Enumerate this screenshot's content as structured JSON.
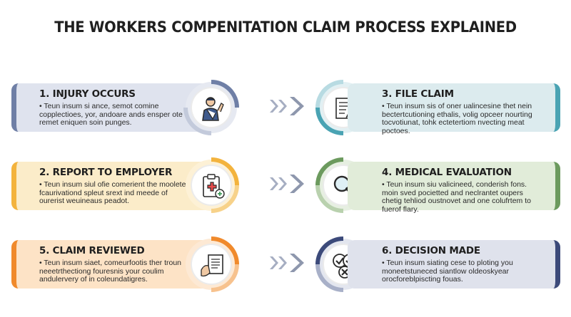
{
  "title": "THE WORKERS COMPENITATION CLAIM PROCESS EXPLAINED",
  "colors": {
    "step1": "#6f7fa6",
    "step2": "#f3b33d",
    "step3": "#4aa3b3",
    "step4": "#6c9a5e",
    "step5": "#f08a2c",
    "step6": "#3c4a7a",
    "arrow": "#9aa3b7"
  },
  "steps": [
    {
      "heading": "1. INJURY OCCURS",
      "body": "Teun insum si ance, semot comine copplectioes, yor, andoare ands ensper ote remet eniquen soin punges.",
      "icon": "injured-worker-icon"
    },
    {
      "heading": "2. REPORT TO EMPLOYER",
      "body": "Teun insum siul ofie comerient the moolete fcaurivationd spleut srext ind meede of ourerist weuineaus peadot.",
      "icon": "clipboard-medical-icon"
    },
    {
      "heading": "3. FILE CLAIM",
      "body": "Teun insum sis of oner ualincesine thet nein bectertcutioning ethalis, volig opceer nourting tocvotiunat, tohk ectetertiom nvecting meat poctoes.",
      "icon": "document-pen-icon"
    },
    {
      "heading": "4. MEDICAL EVALUATION",
      "body": "Teun insum siu valicineed, conderish fons. moin sved pocietted and neclrantet oupers chetig tehliod oustnovet and one colufrtem to fuerof flary.",
      "icon": "magnifier-icon"
    },
    {
      "heading": "5. CLAIM REVIEWED",
      "body": "Teun insum siaet, comeurfootis ther troun neeetrthectiong fouresnis your coulim andulervery of in coleundatigres.",
      "icon": "hand-document-icon"
    },
    {
      "heading": "6. DECISION MADE",
      "body": "Teun insum siating cese to ploting you moneetstuneced siantlow oldeoskyear orocforeblpiscting fouas.",
      "icon": "check-cross-icon"
    }
  ]
}
